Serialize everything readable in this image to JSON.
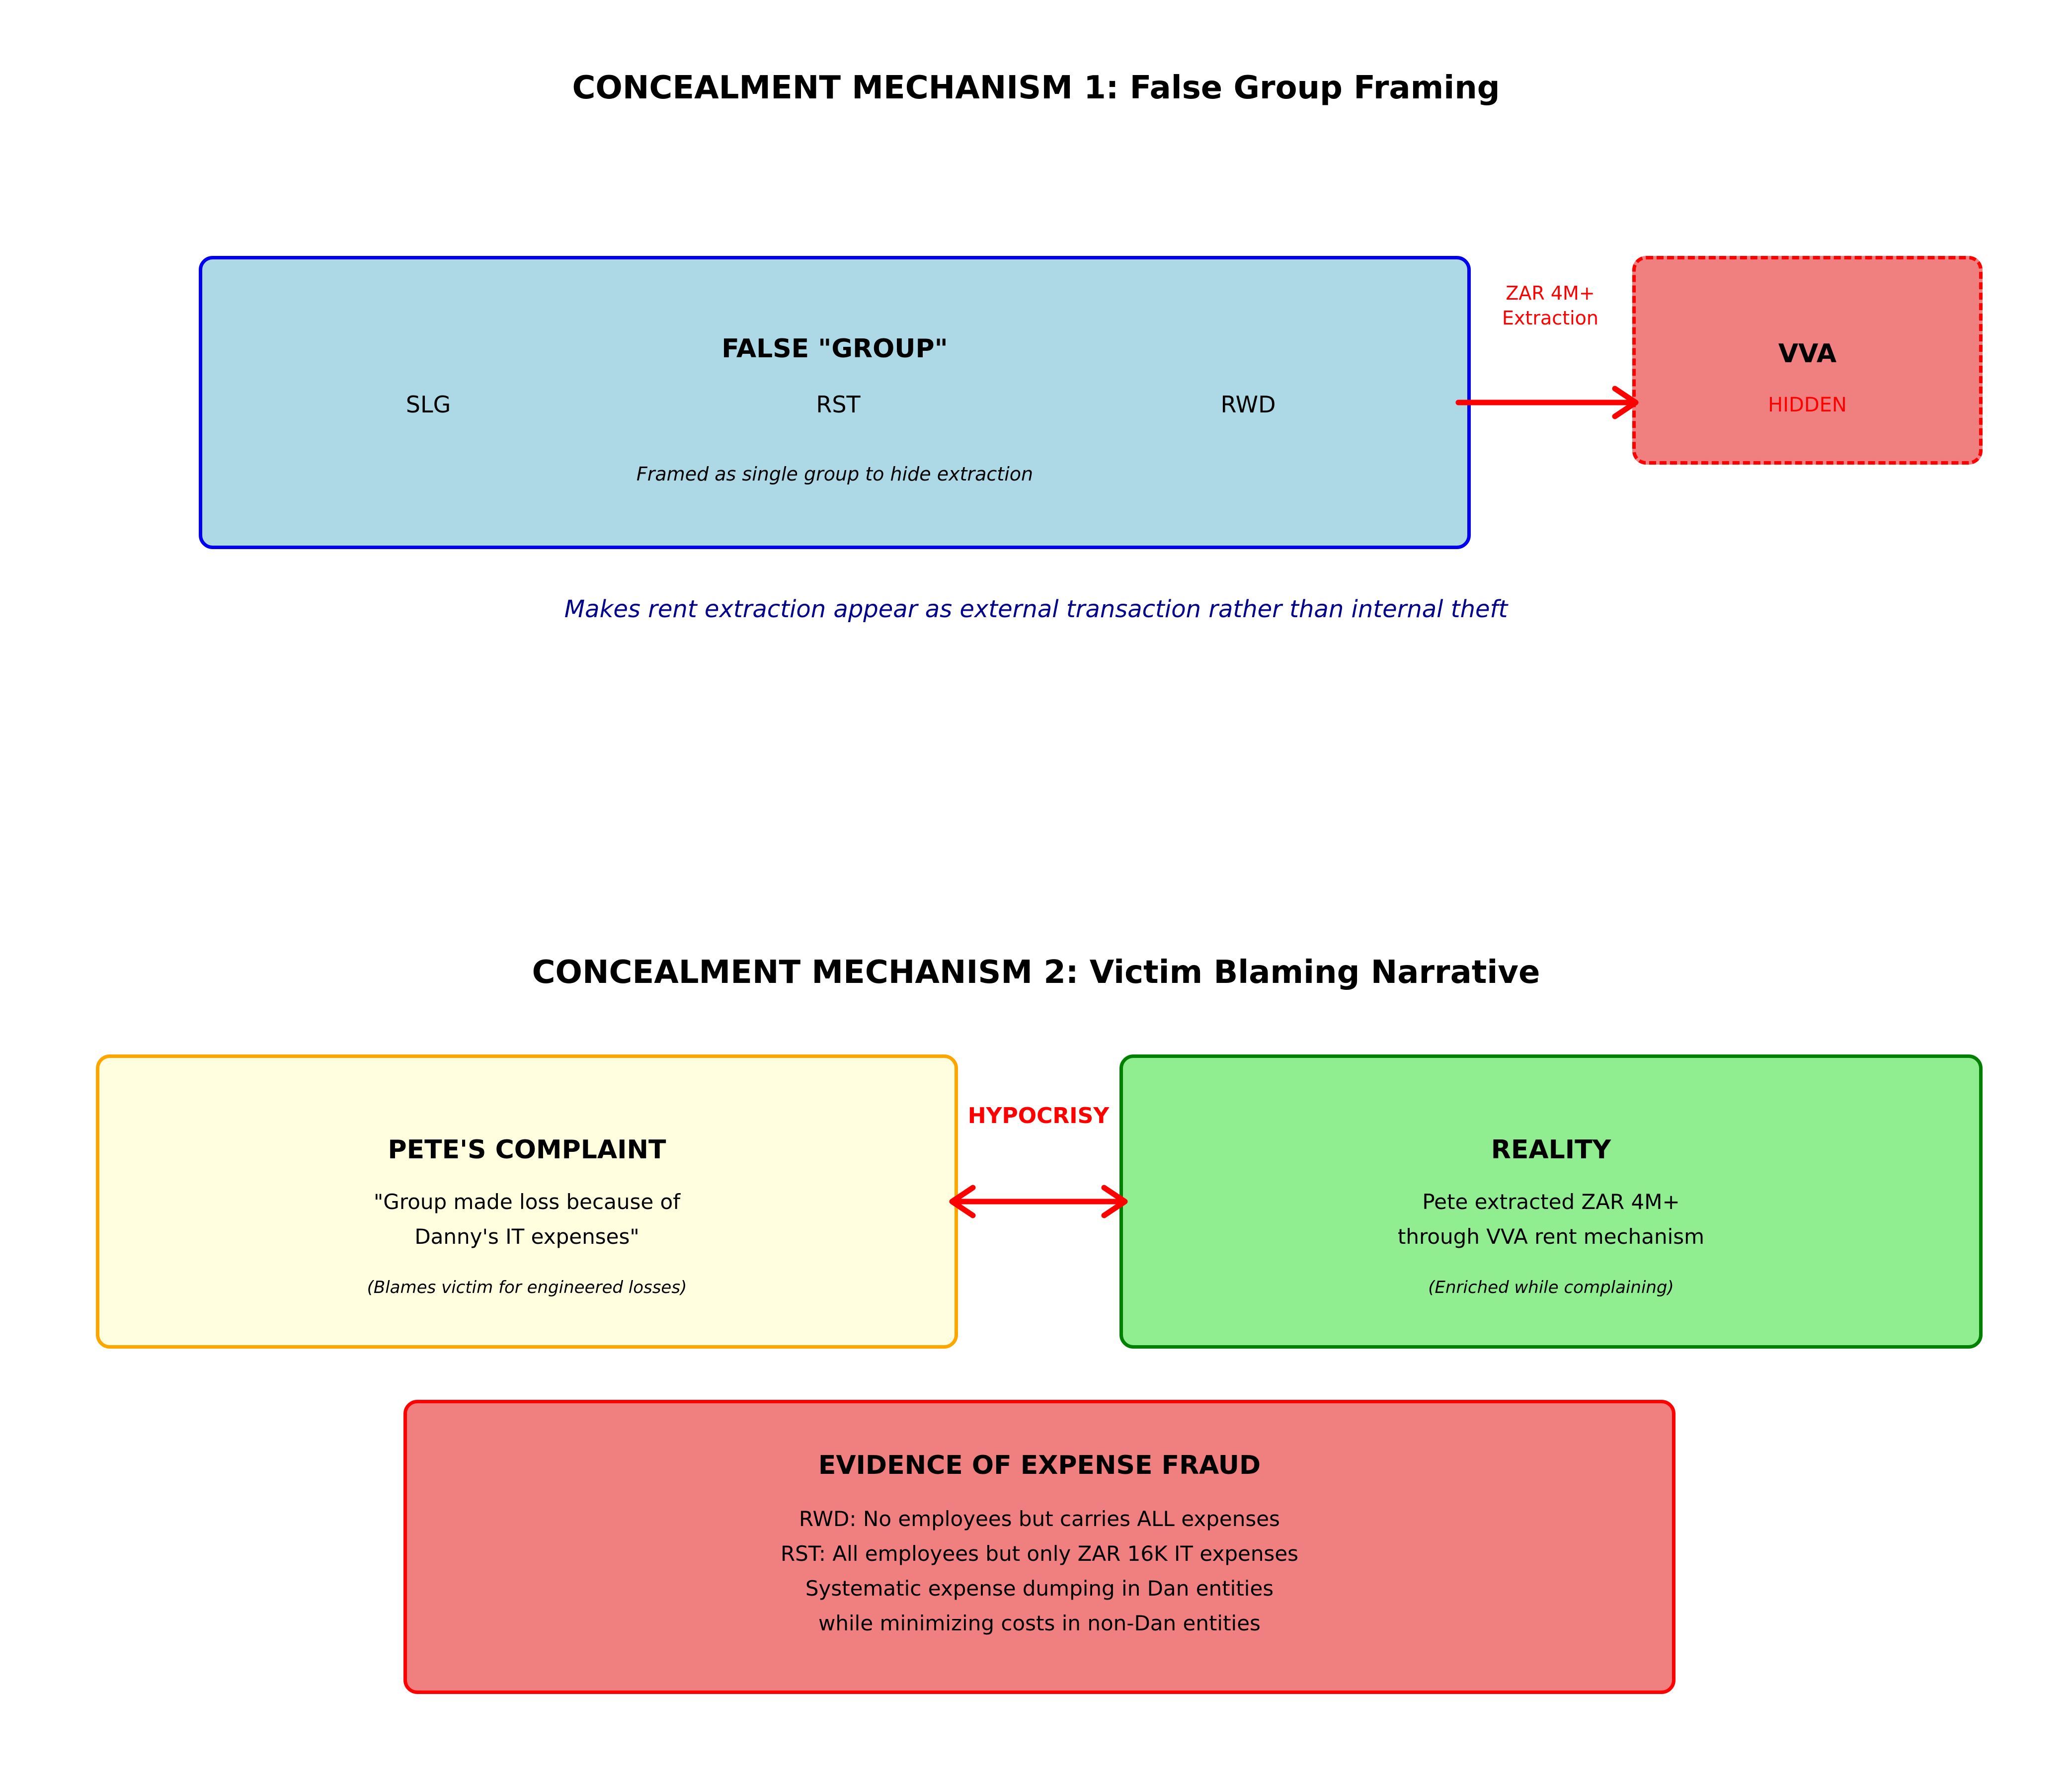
{
  "mechanism1": {
    "title": "CONCEALMENT MECHANISM 1: False Group Framing",
    "group_box": {
      "title": "FALSE \"GROUP\"",
      "entities": [
        "SLG",
        "RST",
        "RWD"
      ],
      "note": "Framed as single group to hide extraction"
    },
    "flow_label_line1": "ZAR 4M+",
    "flow_label_line2": "Extraction",
    "vva_box": {
      "title": "VVA",
      "status": "HIDDEN"
    },
    "caption": "Makes rent extraction appear as external transaction rather than internal theft"
  },
  "mechanism2": {
    "title": "CONCEALMENT MECHANISM 2: Victim Blaming Narrative",
    "complaint_box": {
      "title": "PETE'S COMPLAINT",
      "line1": "\"Group made loss because of",
      "line2": "Danny's IT expenses\"",
      "note": "(Blames victim for engineered losses)"
    },
    "link_label": "HYPOCRISY",
    "reality_box": {
      "title": "REALITY",
      "line1": "Pete extracted ZAR 4M+",
      "line2": "through VVA rent mechanism",
      "note": "(Enriched while complaining)"
    },
    "evidence_box": {
      "title": "EVIDENCE OF EXPENSE FRAUD",
      "lines": [
        "RWD: No employees but carries ALL expenses",
        "RST: All employees but only ZAR 16K IT expenses",
        "Systematic expense dumping in Dan entities",
        "while minimizing costs in non-Dan entities"
      ]
    }
  },
  "colors": {
    "group_fill": "#add8e6",
    "group_border": "#0000ee",
    "hidden_fill": "#f08080",
    "hidden_border": "#ff0000",
    "complaint_fill": "#ffffe0",
    "complaint_border": "#ffa500",
    "reality_fill": "#90ee90",
    "reality_border": "#008000",
    "arrow": "#ff0000",
    "caption": "#00008b"
  }
}
